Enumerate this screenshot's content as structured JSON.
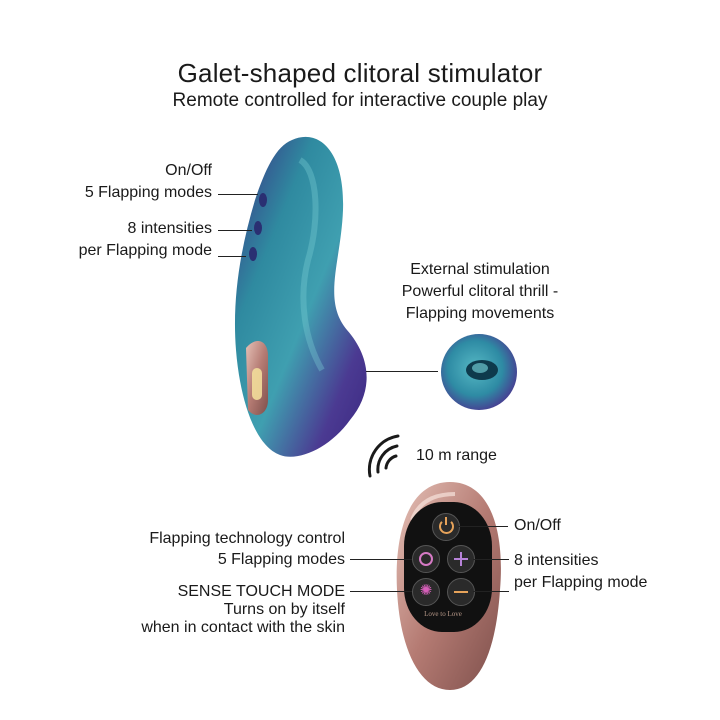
{
  "title": "Galet-shaped clitoral stimulator",
  "subtitle": "Remote controlled for interactive couple play",
  "labels": {
    "onoff_top": "On/Off",
    "flapping_modes_top": "5 Flapping modes",
    "intensities_top_1": "8 intensities",
    "intensities_top_2": "per Flapping mode",
    "external_1": "External stimulation",
    "external_2": "Powerful clitoral thrill -",
    "external_3": "Flapping movements",
    "range": "10 m range",
    "tech_control": "Flapping technology control",
    "flapping_modes_remote": "5 Flapping modes",
    "sense_touch": "SENSE TOUCH MODE",
    "turns_on": "Turns on by itself",
    "contact": "when in contact with the skin",
    "onoff_remote": "On/Off",
    "intensities_remote_1": "8 intensities",
    "intensities_remote_2": "per Flapping mode"
  },
  "remote_brand": "Love to Love",
  "colors": {
    "iridescent_blue": "#2f8aa0",
    "iridescent_purple": "#5a2f86",
    "rose_gold": "#c48e86",
    "remote_panel": "#111111"
  },
  "icons": [
    "wifi-signal-icon",
    "power-icon",
    "mode-icon",
    "plus-icon",
    "sense-touch-icon",
    "minus-icon"
  ]
}
